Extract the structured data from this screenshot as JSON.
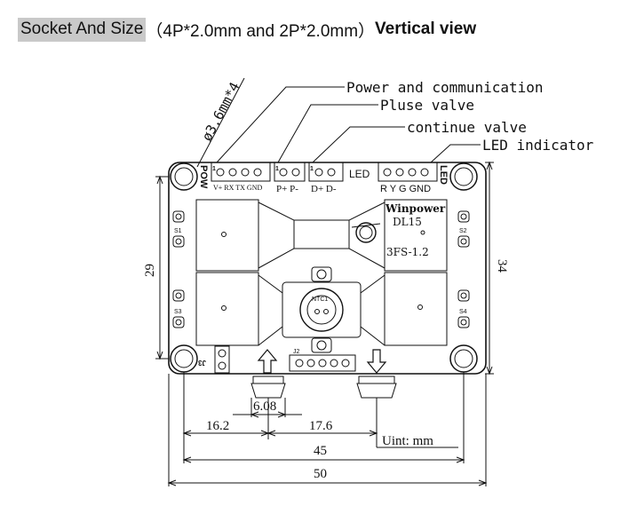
{
  "heading": {
    "title": "Socket And Size",
    "spec": "（4P*2.0mm and 2P*2.0mm）",
    "view": "Vertical view"
  },
  "callouts": {
    "power_comm": "Power and communication",
    "pulse_valve": "Pluse valve",
    "continue_valve": "continue valve",
    "led_indicator": "LED indicator"
  },
  "board": {
    "pow_label": "POW",
    "pow_pins": "V+ RX TX GND",
    "pulse_pins": "P+ P-",
    "cont_pins": "D+ D-",
    "led_label": "LED",
    "led_pins": "R Y G GND",
    "led_side_label": "LED",
    "pin1_a": "1",
    "pin1_b": "1",
    "pin1_c": "1",
    "brand": "Winpower",
    "model": "DL15",
    "part": "3FS-1.2",
    "s1": "S1",
    "s2": "S2",
    "s3": "S3",
    "s4": "S4",
    "ntc": "NTC1",
    "j2": "J2",
    "j3": "J3"
  },
  "dimensions": {
    "hole": "ø3.6mm*4",
    "height_inner": "29",
    "height_outer": "34",
    "width_inner": "45",
    "width_outer": "50",
    "d1": "16.2",
    "d2": "6.08",
    "d3": "17.6",
    "unit": "Uint: mm"
  }
}
